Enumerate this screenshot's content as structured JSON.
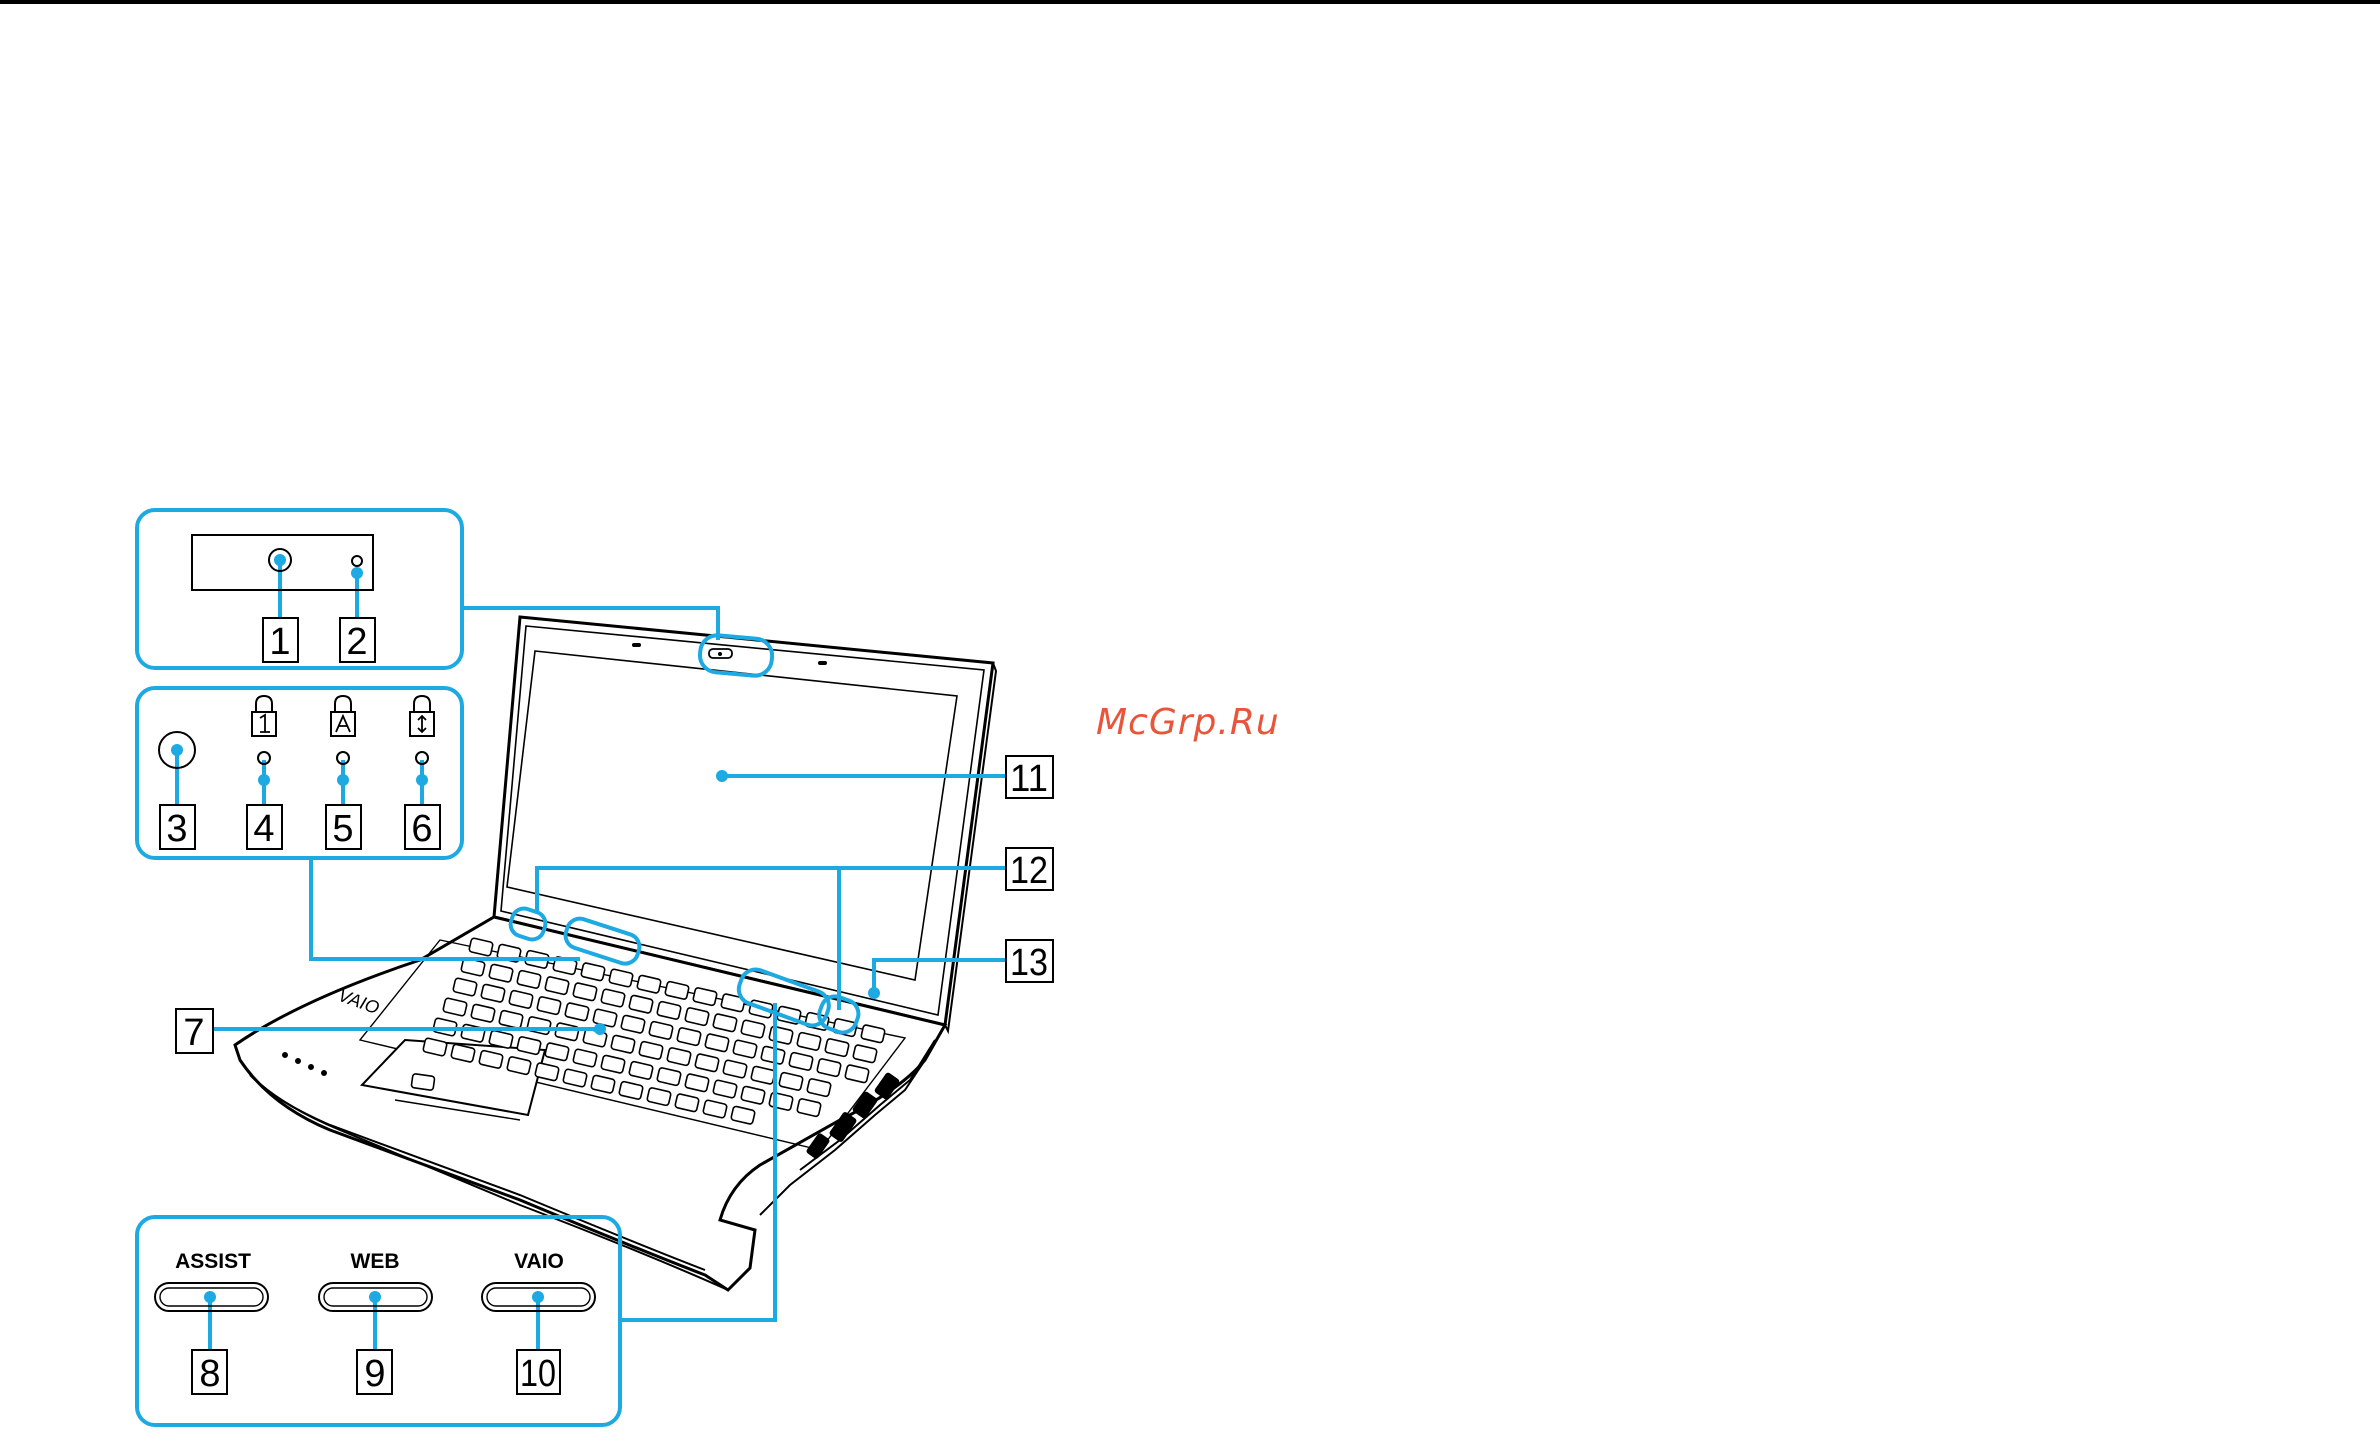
{
  "watermark": {
    "text": "McGrp.Ru",
    "color": "#e8553a"
  },
  "colors": {
    "callout": "#1da9e1",
    "outline": "#000000",
    "background": "#ffffff"
  },
  "callouts": [
    "1",
    "2",
    "3",
    "4",
    "5",
    "6",
    "7",
    "8",
    "9",
    "10",
    "11",
    "12",
    "13"
  ],
  "button_labels": {
    "assist": "ASSIST",
    "web": "WEB",
    "vaio": "VAIO"
  },
  "logo_text": "VAIO",
  "indicator_icons": [
    "num-lock-icon",
    "caps-lock-icon",
    "scroll-lock-icon"
  ]
}
